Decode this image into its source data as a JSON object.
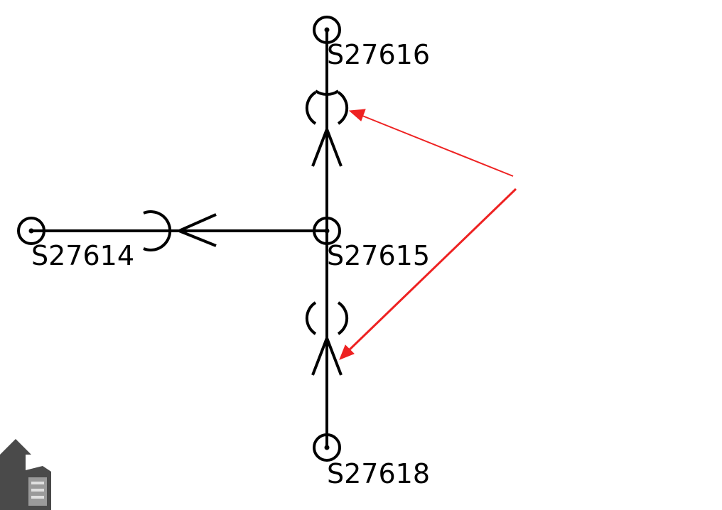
{
  "diagram": {
    "nodes": [
      {
        "id": "S27616",
        "label": "S27616"
      },
      {
        "id": "S27615",
        "label": "S27615"
      },
      {
        "id": "S27614",
        "label": "S27614"
      },
      {
        "id": "S27618",
        "label": "S27618"
      }
    ],
    "connections": [
      {
        "from": "S27615",
        "to": "S27616",
        "connector": "arrow-socket"
      },
      {
        "from": "S27615",
        "to": "S27614",
        "connector": "arrow-socket"
      },
      {
        "from": "S27618",
        "to": "S27615",
        "connector": "arrow-socket"
      }
    ],
    "annotation": {
      "color": "#ee2222",
      "target_count": 2
    }
  }
}
